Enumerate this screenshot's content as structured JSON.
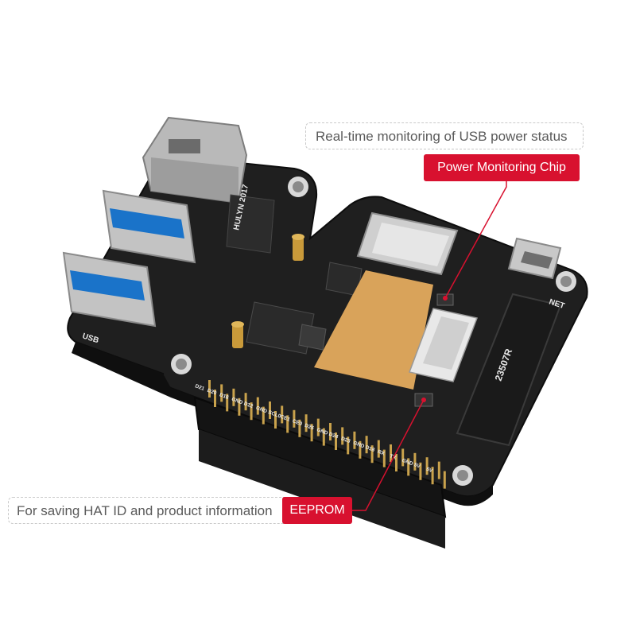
{
  "callouts": {
    "usb_power": {
      "text": "Real-time monitoring of USB power status",
      "tag": "Power Monitoring Chip"
    },
    "eeprom": {
      "text": "For saving HAT ID and product information",
      "tag": "EEPROM"
    }
  },
  "board_labels": {
    "usb": "USB",
    "net": "NET",
    "m2_slot": "23507R",
    "rj45_chip": "HULYN 2017",
    "pin_labels": [
      "D21",
      "D20",
      "D16",
      "GND",
      "D12",
      "GND",
      "SCL0",
      "CE1",
      "CE0",
      "D25",
      "GND",
      "D24",
      "D23",
      "GND",
      "D18",
      "RX",
      "TX",
      "GND",
      "5V",
      "5V"
    ]
  },
  "colors": {
    "accent": "#d8112f",
    "pcb": "#1f1f1f",
    "usb_blue": "#1a73c9",
    "gold_pad": "#d9a35a",
    "callout_border": "#c9c9c9",
    "callout_text": "#5a5a5a"
  }
}
